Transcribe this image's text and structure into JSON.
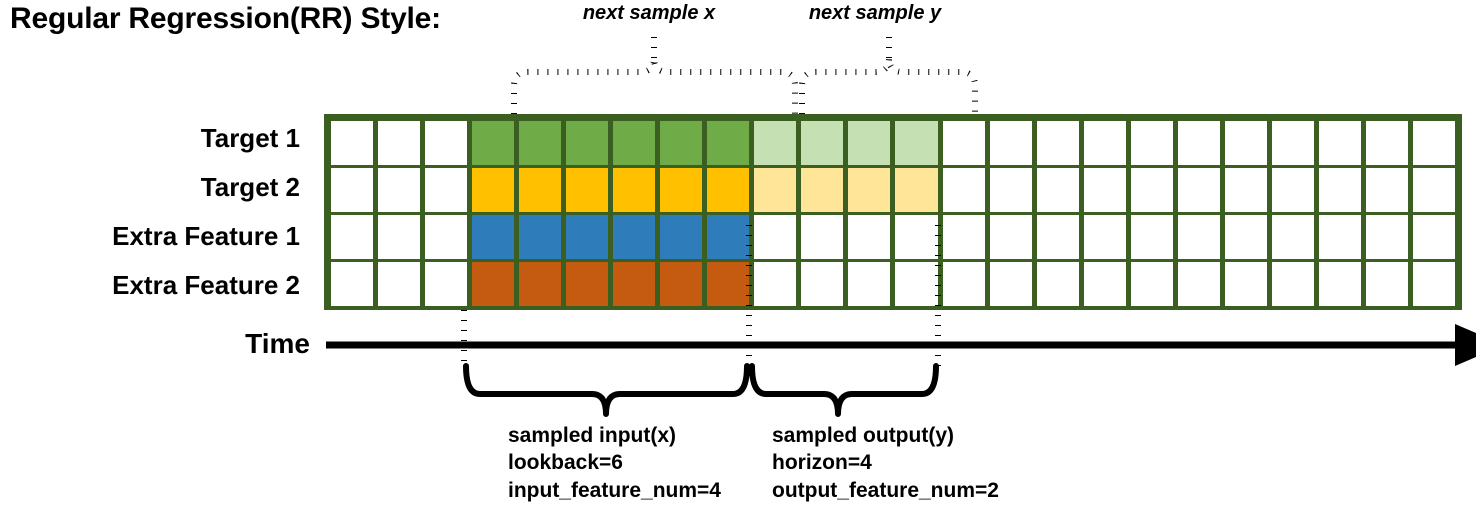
{
  "title": "Regular Regression(RR) Style:",
  "annotations": {
    "next_sample_x": "next sample x",
    "next_sample_y": "next sample y"
  },
  "rows": [
    {
      "label": "Target 1",
      "key": "target-1"
    },
    {
      "label": "Target 2",
      "key": "target-2"
    },
    {
      "label": "Extra Feature 1",
      "key": "extra-feature-1"
    },
    {
      "label": "Extra Feature 2",
      "key": "extra-feature-2"
    }
  ],
  "time_axis": {
    "label": "Time"
  },
  "captions": {
    "input": {
      "line1": "sampled input(x)",
      "line2": "lookback=6",
      "line3": "input_feature_num=4"
    },
    "output": {
      "line1": "sampled output(y)",
      "line2": "horizon=4",
      "line3": "output_feature_num=2"
    }
  },
  "colors": {
    "grid_border": "#3a5f21",
    "green": "#6fab46",
    "light_green": "#c5e0b3",
    "amber": "#ffc000",
    "light_amber": "#ffe598",
    "blue": "#2e7cba",
    "orange": "#c55a11",
    "white": "#ffffff",
    "line": "#000000"
  },
  "chart_data": {
    "type": "heatmap",
    "title": "Regular Regression(RR) Style:",
    "columns": 24,
    "lookback": 6,
    "horizon": 4,
    "input_feature_num": 4,
    "output_feature_num": 2,
    "input_start_column": 4,
    "input_end_column": 9,
    "output_start_column": 10,
    "output_end_column": 13,
    "row_names": [
      "Target 1",
      "Target 2",
      "Extra Feature 1",
      "Extra Feature 2"
    ],
    "grid": [
      [
        "white",
        "white",
        "white",
        "green",
        "green",
        "green",
        "green",
        "green",
        "green",
        "light_green",
        "light_green",
        "light_green",
        "light_green",
        "white",
        "white",
        "white",
        "white",
        "white",
        "white",
        "white",
        "white",
        "white",
        "white",
        "white"
      ],
      [
        "white",
        "white",
        "white",
        "amber",
        "amber",
        "amber",
        "amber",
        "amber",
        "amber",
        "light_amber",
        "light_amber",
        "light_amber",
        "light_amber",
        "white",
        "white",
        "white",
        "white",
        "white",
        "white",
        "white",
        "white",
        "white",
        "white",
        "white"
      ],
      [
        "white",
        "white",
        "white",
        "blue",
        "blue",
        "blue",
        "blue",
        "blue",
        "blue",
        "white",
        "white",
        "white",
        "white",
        "white",
        "white",
        "white",
        "white",
        "white",
        "white",
        "white",
        "white",
        "white",
        "white",
        "white"
      ],
      [
        "white",
        "white",
        "white",
        "orange",
        "orange",
        "orange",
        "orange",
        "orange",
        "orange",
        "white",
        "white",
        "white",
        "white",
        "white",
        "white",
        "white",
        "white",
        "white",
        "white",
        "white",
        "white",
        "white",
        "white",
        "white"
      ]
    ],
    "xlabel": "Time",
    "ylabel": "",
    "legend": []
  }
}
